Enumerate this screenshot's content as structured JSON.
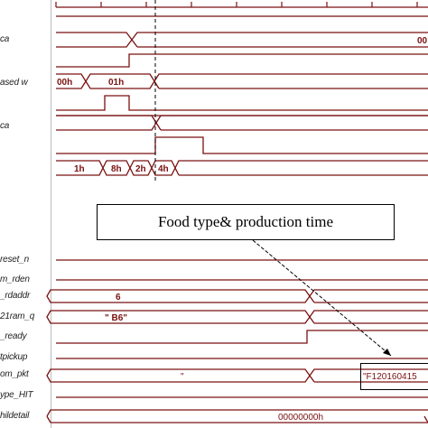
{
  "signals_top": [
    {
      "label": "ca"
    },
    {
      "label": "ased w"
    },
    {
      "label": "ca"
    }
  ],
  "bus_values_top": {
    "ca_right": "00",
    "ased_1": "00h",
    "ased_2": "01h",
    "cnt_1": "1h",
    "cnt_2": "8h",
    "cnt_3": "2h",
    "cnt_4": "4h"
  },
  "callout": {
    "text": "Food type& production time"
  },
  "signals_bottom": [
    {
      "label": "reset_n"
    },
    {
      "label": "m_rden"
    },
    {
      "label": "_rdaddr"
    },
    {
      "label": "21ram_q"
    },
    {
      "label": "_ready"
    },
    {
      "label": "tpickup"
    },
    {
      "label": "om_pkt"
    },
    {
      "label": "ype_HIT"
    },
    {
      "label": "hildetail"
    }
  ],
  "bus_values_bottom": {
    "rdaddr": "6",
    "ram_q": "\" B6\"",
    "pkt_left": "\"",
    "pkt_right": "\"F120160415",
    "detail": "00000000h"
  },
  "colors": {
    "wave": "#7a1010",
    "cursor": "#000000",
    "grid": "#cfcfcf"
  }
}
